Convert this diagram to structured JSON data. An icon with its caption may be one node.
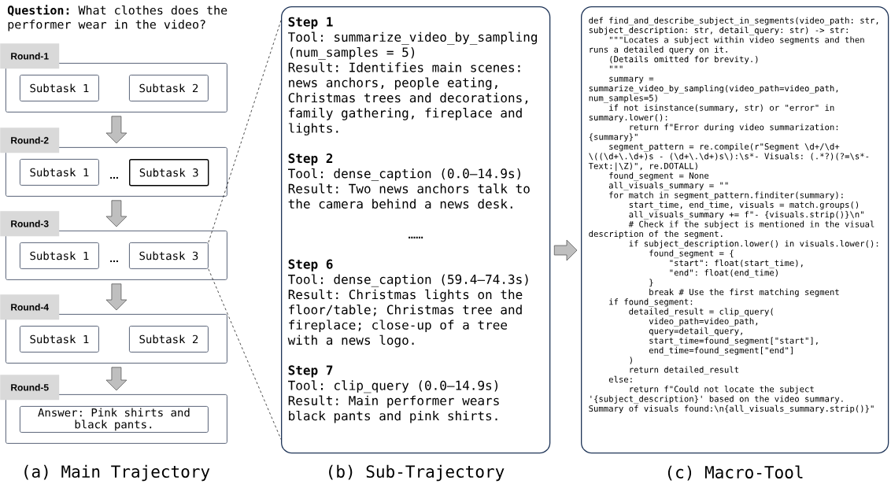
{
  "diagram": {
    "nodes": [
      {
        "text": [
          "Round-1"
        ]
      },
      {
        "text": [
          "Subtask 1"
        ],
        "in": 0
      },
      {
        "text": [
          "Subtask 2"
        ],
        "in": 0
      },
      {
        "text": [
          "Round-2"
        ]
      },
      {
        "text": [
          "Subtask 1"
        ],
        "in": 3
      },
      {
        "text": [
          "Subtask 3"
        ],
        "in": 3
      },
      {
        "text": [
          "Round-3"
        ]
      },
      {
        "text": [
          "Subtask 1"
        ],
        "in": 6
      },
      {
        "text": [
          "Subtask 3"
        ],
        "in": 6
      },
      {
        "text": [
          "Round-4"
        ]
      },
      {
        "text": [
          "Subtask 1"
        ],
        "in": 9
      },
      {
        "text": [
          "Subtask 2"
        ],
        "in": 9
      },
      {
        "text": [
          "Round-5"
        ]
      },
      {
        "text": [
          "Answer: Pink shirts and black pants."
        ],
        "in": 12
      },
      {
        "text": [
          "Step 1",
          "Tool: summarize_video_by_sampling (num_samples = 5)",
          "Result: Identifies main scenes: news anchors, people eating, Christmas trees and decorations, family gathering, fireplace and lights.",
          "Step 2",
          "Tool: dense_caption (0.0–14.9s)",
          "Result: Two news anchors talk to the camera behind a news desk.",
          "……",
          "Step 6",
          "Tool: dense_caption (59.4–74.3s)",
          "Result: Christmas lights on the floor/table; Christmas tree and fireplace; close-up of a tree with a news logo.",
          "Step 7",
          "Tool: clip_query (0.0–14.9s)",
          "Result: Main performer wears black pants and pink shirts."
        ],
        "beside": [
          "(b) Sub-Trajectory"
        ]
      },
      {
        "text": [
          "def find_and_describe_subject_in_segments(video_path: str, subject_description: str, detail_query: str) -> str:",
          "\"\"\"Locates a subject within video segments and then runs a detailed query on it.",
          "(Details omitted for brevity.)",
          "\"\"\"",
          "summary = summarize_video_by_sampling(video_path=video_path, num_samples=5)",
          "if not isinstance(summary, str) or \"error\" in summary.lower():",
          "return f\"Error during video summarization: {summary}\"",
          "segment_pattern = re.compile(r\"Segment \\d+/\\d+ \\((\\d+\\.\\d+)s - (\\d+\\.\\d+)s\\):\\s*- Visuals: (.",
          "*?)(?=\\s",
          "*- Text:|\\Z)\", re.DOTALL)",
          "found_segment = None",
          "all_visuals_summary = \"\"",
          "for match in segment_pattern.finditer(summary):",
          "start_time, end_time, visuals = match.groups()",
          "all_visuals_summary += f\"- {visuals.strip()}\\n\"",
          "# Check if the subject is mentioned in the visual description of the segment.",
          "if subject_description.lower() in visuals.lower():",
          "found_segment = {",
          "\"start\": float(start_time),",
          "\"end\": float(end_time)",
          "}",
          "break  # Use the first matching segment",
          "if found_segment:",
          "detailed_result = clip_query(",
          "video_path=video_path,",
          "query=detail_query,",
          "start_time=found_segment[\"start\"],",
          "end_time=found_segment[\"end\"]",
          ")",
          "return detailed_result",
          "else:",
          "return f\"Could not locate the subject '{subject_description}' based on the video summary. Summary of visuals found:\\n{all_visuals_summary.strip()}\""
        ],
        "beside": [
          "(c) Macro-Tool"
        ]
      }
    ],
    "edges": [
      {
        "from": 0,
        "to": 3,
        "arrow": "to"
      },
      {
        "from": 3,
        "to": 6,
        "arrow": "to"
      },
      {
        "from": 6,
        "to": 9,
        "arrow": "to"
      },
      {
        "from": 9,
        "to": 12,
        "arrow": "to"
      },
      {
        "from": 14,
        "to": 15,
        "arrow": "to"
      },
      {
        "from": 8,
        "to": 14,
        "arrow": "none",
        "style": "dashed"
      },
      {
        "from": 8,
        "to": 14,
        "arrow": "none",
        "style": "dashed"
      }
    ],
    "labels": [
      "**Question:** What clothes does the performer wear in the video?",
      "...",
      "...",
      "(a) Main Trajectory"
    ]
  }
}
